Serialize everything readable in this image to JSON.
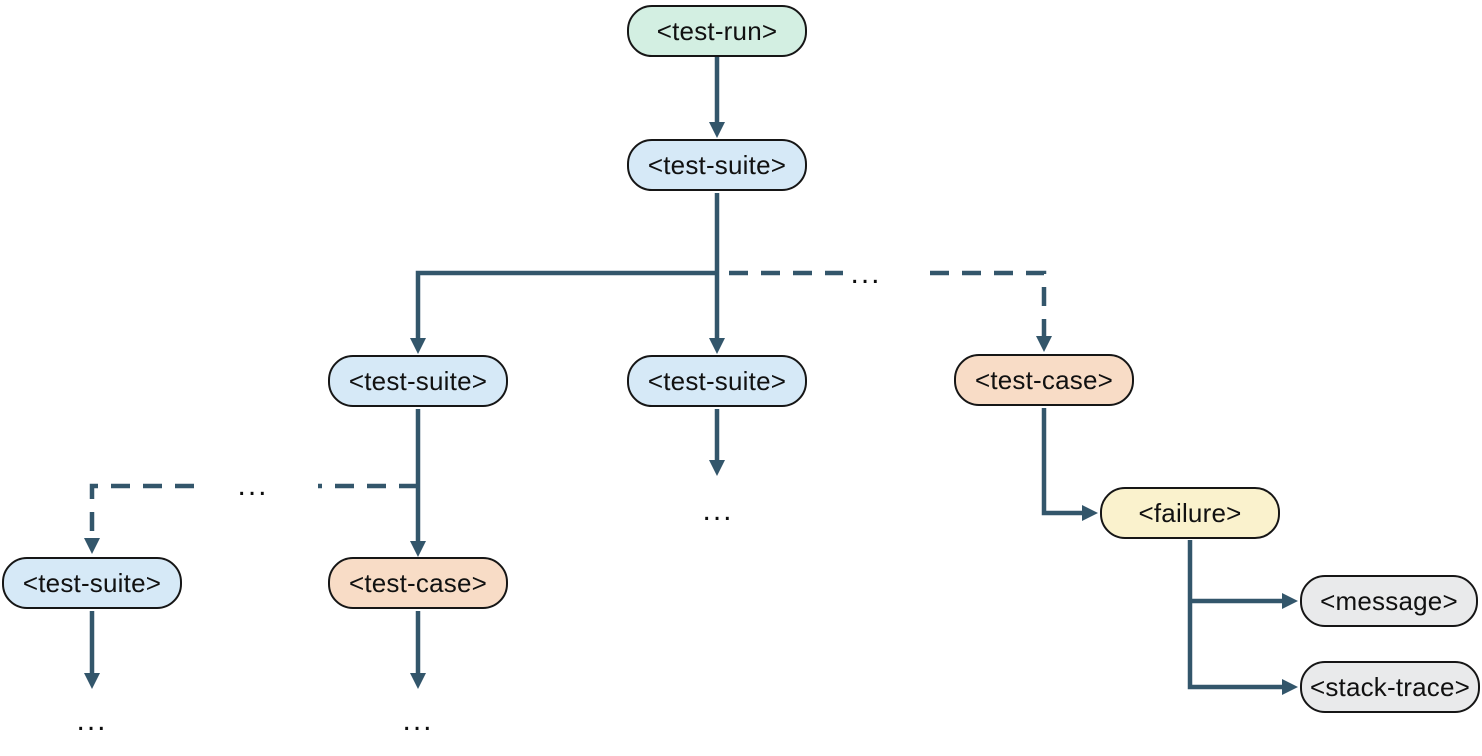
{
  "diagram": {
    "kind": "tree",
    "palette": {
      "test_run_fill": "#d3efe2",
      "test_suite_fill": "#d6e9f7",
      "test_case_fill": "#f8dcc6",
      "failure_fill": "#faf2cd",
      "generic_element_fill": "#e9eaeb",
      "node_border": "#161616",
      "edge_color": "#33566b",
      "background": "#ffffff"
    },
    "nodes": [
      {
        "id": "test-run",
        "label": "<test-run>",
        "type": "run"
      },
      {
        "id": "suite-root",
        "label": "<test-suite>",
        "type": "suite"
      },
      {
        "id": "suite-child-1",
        "label": "<test-suite>",
        "type": "suite"
      },
      {
        "id": "suite-child-2",
        "label": "<test-suite>",
        "type": "suite"
      },
      {
        "id": "case-child",
        "label": "<test-case>",
        "type": "case"
      },
      {
        "id": "suite-grandchild",
        "label": "<test-suite>",
        "type": "suite"
      },
      {
        "id": "case-grandchild",
        "label": "<test-case>",
        "type": "case"
      },
      {
        "id": "failure",
        "label": "<failure>",
        "type": "failure"
      },
      {
        "id": "message",
        "label": "<message>",
        "type": "generic"
      },
      {
        "id": "stack-trace",
        "label": "<stack-trace>",
        "type": "generic"
      }
    ],
    "edges": [
      {
        "from": "test-run",
        "to": "suite-root",
        "style": "solid"
      },
      {
        "from": "suite-root",
        "to": "suite-child-1",
        "style": "solid"
      },
      {
        "from": "suite-root",
        "to": "suite-child-2",
        "style": "solid"
      },
      {
        "from": "suite-root",
        "to": "case-child",
        "style": "dashed"
      },
      {
        "from": "suite-child-1",
        "to": "case-grandchild",
        "style": "solid"
      },
      {
        "from": "suite-child-1",
        "to": "suite-grandchild",
        "style": "dashed"
      },
      {
        "from": "suite-child-2",
        "to": "more",
        "style": "solid"
      },
      {
        "from": "suite-grandchild",
        "to": "more",
        "style": "solid"
      },
      {
        "from": "case-grandchild",
        "to": "more",
        "style": "solid"
      },
      {
        "from": "case-child",
        "to": "failure",
        "style": "solid"
      },
      {
        "from": "failure",
        "to": "message",
        "style": "solid"
      },
      {
        "from": "failure",
        "to": "stack-trace",
        "style": "solid"
      }
    ],
    "ellipses": [
      {
        "id": "more-children-top",
        "text": "..."
      },
      {
        "id": "more-suites-left",
        "text": "..."
      },
      {
        "id": "more-under-suite-child-2",
        "text": "..."
      },
      {
        "id": "more-under-grandchild-suite",
        "text": "..."
      },
      {
        "id": "more-under-grandchild-case",
        "text": "..."
      }
    ]
  }
}
